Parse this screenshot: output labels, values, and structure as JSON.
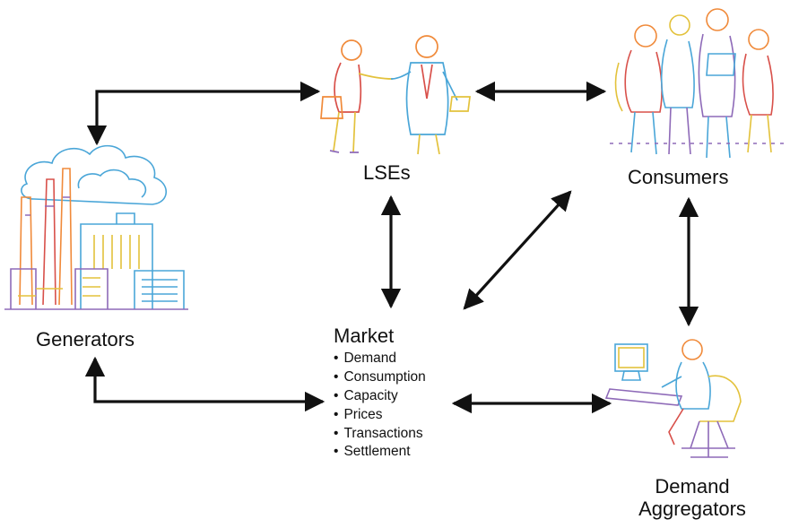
{
  "nodes": {
    "lses": "LSEs",
    "consumers": "Consumers",
    "generators": "Generators",
    "aggregators_line1": "Demand",
    "aggregators_line2": "Aggregators"
  },
  "market": {
    "title": "Market",
    "items": [
      "Demand",
      "Consumption",
      "Capacity",
      "Prices",
      "Transactions",
      "Settlement"
    ]
  },
  "icons": [
    "power-plant-icon",
    "handshake-people-icon",
    "consumers-group-icon",
    "computer-user-icon"
  ],
  "colors": {
    "arrow": "#111111",
    "sketch_blue": "#4aa6d8",
    "sketch_orange": "#f08a3a",
    "sketch_yellow": "#e3c23c",
    "sketch_purple": "#8e6ab8",
    "sketch_red": "#d8504a"
  }
}
